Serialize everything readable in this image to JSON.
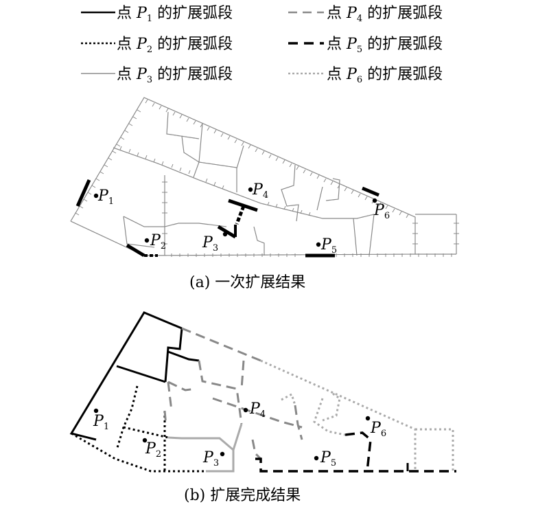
{
  "legend": [
    {
      "style": "solid-black",
      "pre": "点 ",
      "p": "P",
      "sub": "1",
      "post": " 的扩展弧段"
    },
    {
      "style": "dotted-black",
      "pre": "点 ",
      "p": "P",
      "sub": "2",
      "post": " 的扩展弧段"
    },
    {
      "style": "solid-lightgray",
      "pre": "点 ",
      "p": "P",
      "sub": "3",
      "post": " 的扩展弧段"
    },
    {
      "style": "dashed-gray",
      "pre": "点 ",
      "p": "P",
      "sub": "4",
      "post": " 的扩展弧段"
    },
    {
      "style": "dashed-black",
      "pre": "点 ",
      "p": "P",
      "sub": "5",
      "post": " 的扩展弧段"
    },
    {
      "style": "dotted-lightgray",
      "pre": "点 ",
      "p": "P",
      "sub": "6",
      "post": " 的扩展弧段"
    }
  ],
  "panel_a": {
    "caption": "(a) 一次扩展结果",
    "points": [
      {
        "p": "P",
        "sub": "1"
      },
      {
        "p": "P",
        "sub": "2"
      },
      {
        "p": "P",
        "sub": "3"
      },
      {
        "p": "P",
        "sub": "4"
      },
      {
        "p": "P",
        "sub": "5"
      },
      {
        "p": "P",
        "sub": "6"
      }
    ]
  },
  "panel_b": {
    "caption": "(b) 扩展完成结果",
    "points": [
      {
        "p": "P",
        "sub": "1"
      },
      {
        "p": "P",
        "sub": "2"
      },
      {
        "p": "P",
        "sub": "3"
      },
      {
        "p": "P",
        "sub": "4"
      },
      {
        "p": "P",
        "sub": "5"
      },
      {
        "p": "P",
        "sub": "6"
      }
    ]
  },
  "colors": {
    "black": "#000000",
    "gray": "#888888",
    "lightgray": "#aaaaaa",
    "network": "#888888"
  }
}
